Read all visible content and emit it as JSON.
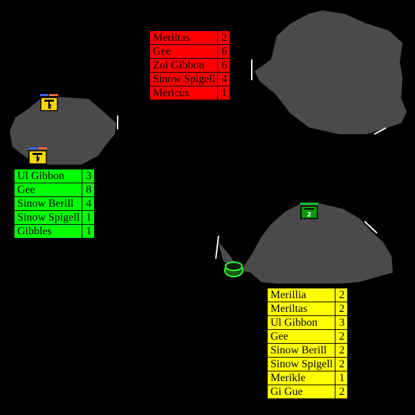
{
  "colors": {
    "background": "#000000",
    "island": "#4a4a4d",
    "red_fleet": "#ff0000",
    "green_fleet": "#00ff00",
    "yellow_fleet": "#ffff00",
    "border_marker": "#ffffff",
    "portal_ring": "#33ff33"
  },
  "fleets": {
    "red": [
      {
        "name": "Meriltas",
        "count": "2"
      },
      {
        "name": "Gee",
        "count": "6"
      },
      {
        "name": "Zol Gibbon",
        "count": "6"
      },
      {
        "name": "Sinow Spigell",
        "count": "4"
      },
      {
        "name": "Mericus",
        "count": "1"
      }
    ],
    "green": [
      {
        "name": "Ul Gibbon",
        "count": "3"
      },
      {
        "name": "Gee",
        "count": "8"
      },
      {
        "name": "Sinow Berill",
        "count": "4"
      },
      {
        "name": "Sinow Spigell",
        "count": "1"
      },
      {
        "name": "Gibbles",
        "count": "1"
      }
    ],
    "yellow": [
      {
        "name": "Merillia",
        "count": "2"
      },
      {
        "name": "Meriltas",
        "count": "2"
      },
      {
        "name": "Ul Gibbon",
        "count": "3"
      },
      {
        "name": "Gee",
        "count": "2"
      },
      {
        "name": "Sinow Berill",
        "count": "2"
      },
      {
        "name": "Sinow Spigell",
        "count": "2"
      },
      {
        "name": "Merikle",
        "count": "1"
      },
      {
        "name": "Gi Gue",
        "count": "2"
      }
    ]
  },
  "units": {
    "left_top": {
      "label": "2",
      "icon": "hammer-icon"
    },
    "left_bottom": {
      "label": "7",
      "icon": "hammer-icon"
    },
    "right": {
      "label": "2"
    }
  }
}
